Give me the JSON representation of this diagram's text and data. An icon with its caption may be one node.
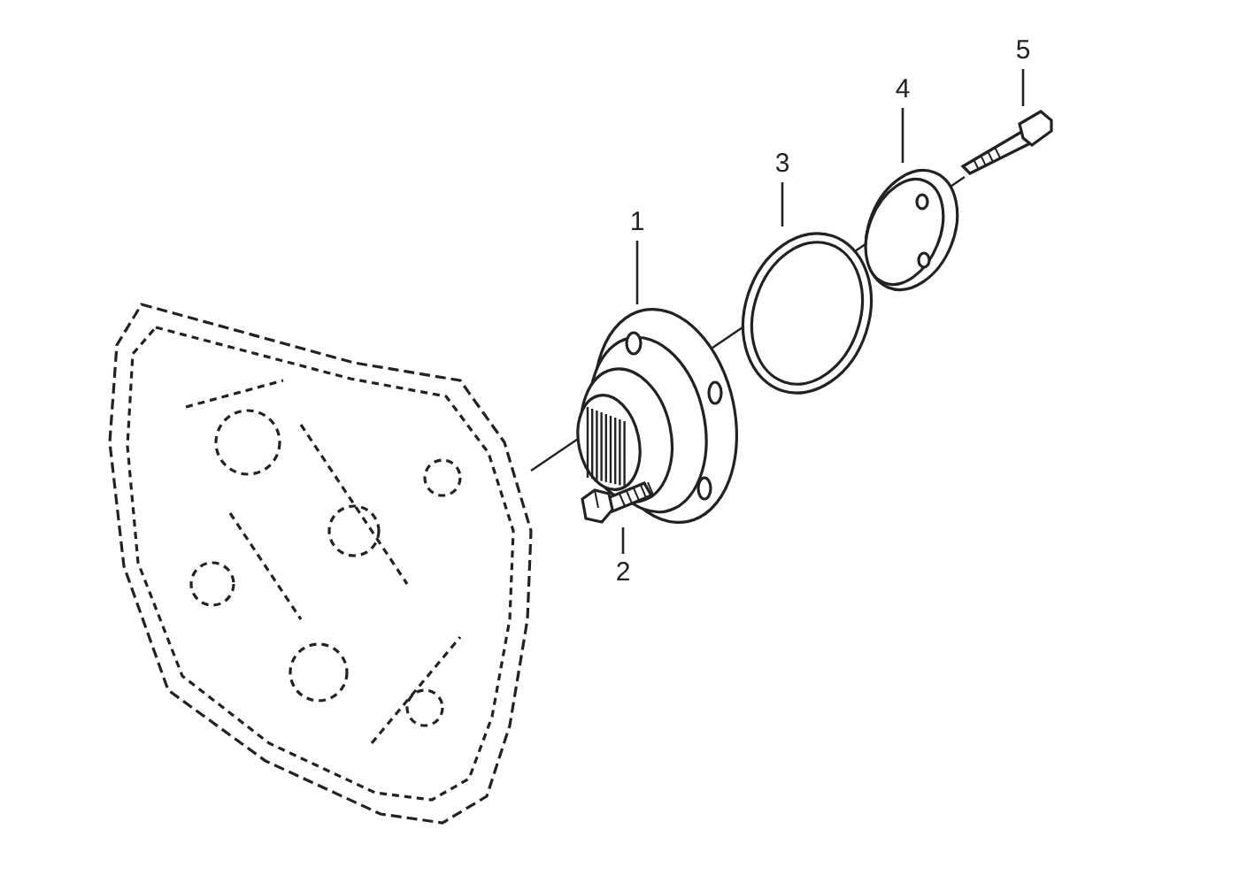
{
  "diagram": {
    "nodes": [
      {
        "text": [
          "1"
        ]
      },
      {
        "text": [
          "2"
        ]
      },
      {
        "text": [
          "3"
        ]
      },
      {
        "text": [
          "4"
        ]
      },
      {
        "text": [
          "5"
        ]
      },
      {
        "text": [],
        "shape": "picture"
      },
      {
        "text": [],
        "shape": "picture"
      },
      {
        "text": [],
        "shape": "picture"
      },
      {
        "text": [],
        "shape": "picture"
      },
      {
        "text": [],
        "shape": "picture"
      }
    ],
    "edges": [
      {
        "from": 0,
        "to": 5,
        "arrow": "none"
      },
      {
        "from": 1,
        "to": 6,
        "arrow": "none"
      },
      {
        "from": 2,
        "to": 7,
        "arrow": "none"
      },
      {
        "from": 3,
        "to": 8,
        "arrow": "none"
      },
      {
        "from": 4,
        "to": 9,
        "arrow": "none"
      }
    ]
  }
}
